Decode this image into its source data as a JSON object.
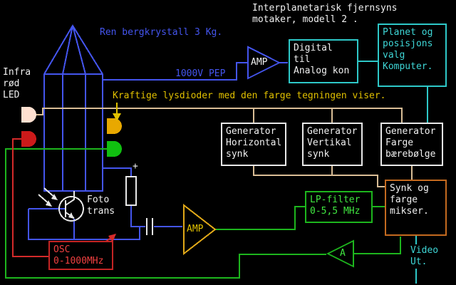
{
  "palette": {
    "background": "#000000",
    "blue": "#4455EE",
    "cyan": "#3ED6D6",
    "white": "#F0F0F0",
    "yellow": "#E0C000",
    "green": "#1DB51D",
    "red": "#D42A2A",
    "tan": "#D9BD96",
    "orange": "#C46A1F"
  },
  "title": {
    "line1": "Interplanetarisk fjernsyns",
    "line2": "motaker, modell 2 ."
  },
  "labels": {
    "crystal": "Ren bergkrystall 3 Kg.",
    "pep": "1000V PEP",
    "leds_note": "Kraftige lysdioder med den farge tegningen viser.",
    "infra_line1": "Infra",
    "infra_line2": "rød",
    "infra_line3": "LED",
    "foto_line1": "Foto",
    "foto_line2": "trans",
    "video_line1": "Video",
    "video_line2": "Ut.",
    "plus": "+"
  },
  "amplifiers": {
    "amp_blue": "AMP",
    "amp_yellow": "AMP",
    "amp_a": "A"
  },
  "boxes": {
    "dac": {
      "line1": "Digital",
      "line2": "til",
      "line3": "Analog kon"
    },
    "computer": {
      "line1": "Planet og",
      "line2": "posisjons",
      "line3": "valg",
      "line4": "Komputer."
    },
    "gen_h": {
      "line1": "Generator",
      "line2": "Horizontal",
      "line3": "synk"
    },
    "gen_v": {
      "line1": "Generator",
      "line2": "Vertikal",
      "line3": "synk"
    },
    "gen_f": {
      "line1": "Generator",
      "line2": "Farge",
      "line3": "bærebølge"
    },
    "lp": {
      "line1": "LP-filter",
      "line2": "0-5,5 MHz"
    },
    "mixer": {
      "line1": "Synk og",
      "line2": "farge",
      "line3": "mikser."
    },
    "osc": {
      "line1": "OSC",
      "line2": "0-1000MHz"
    }
  }
}
